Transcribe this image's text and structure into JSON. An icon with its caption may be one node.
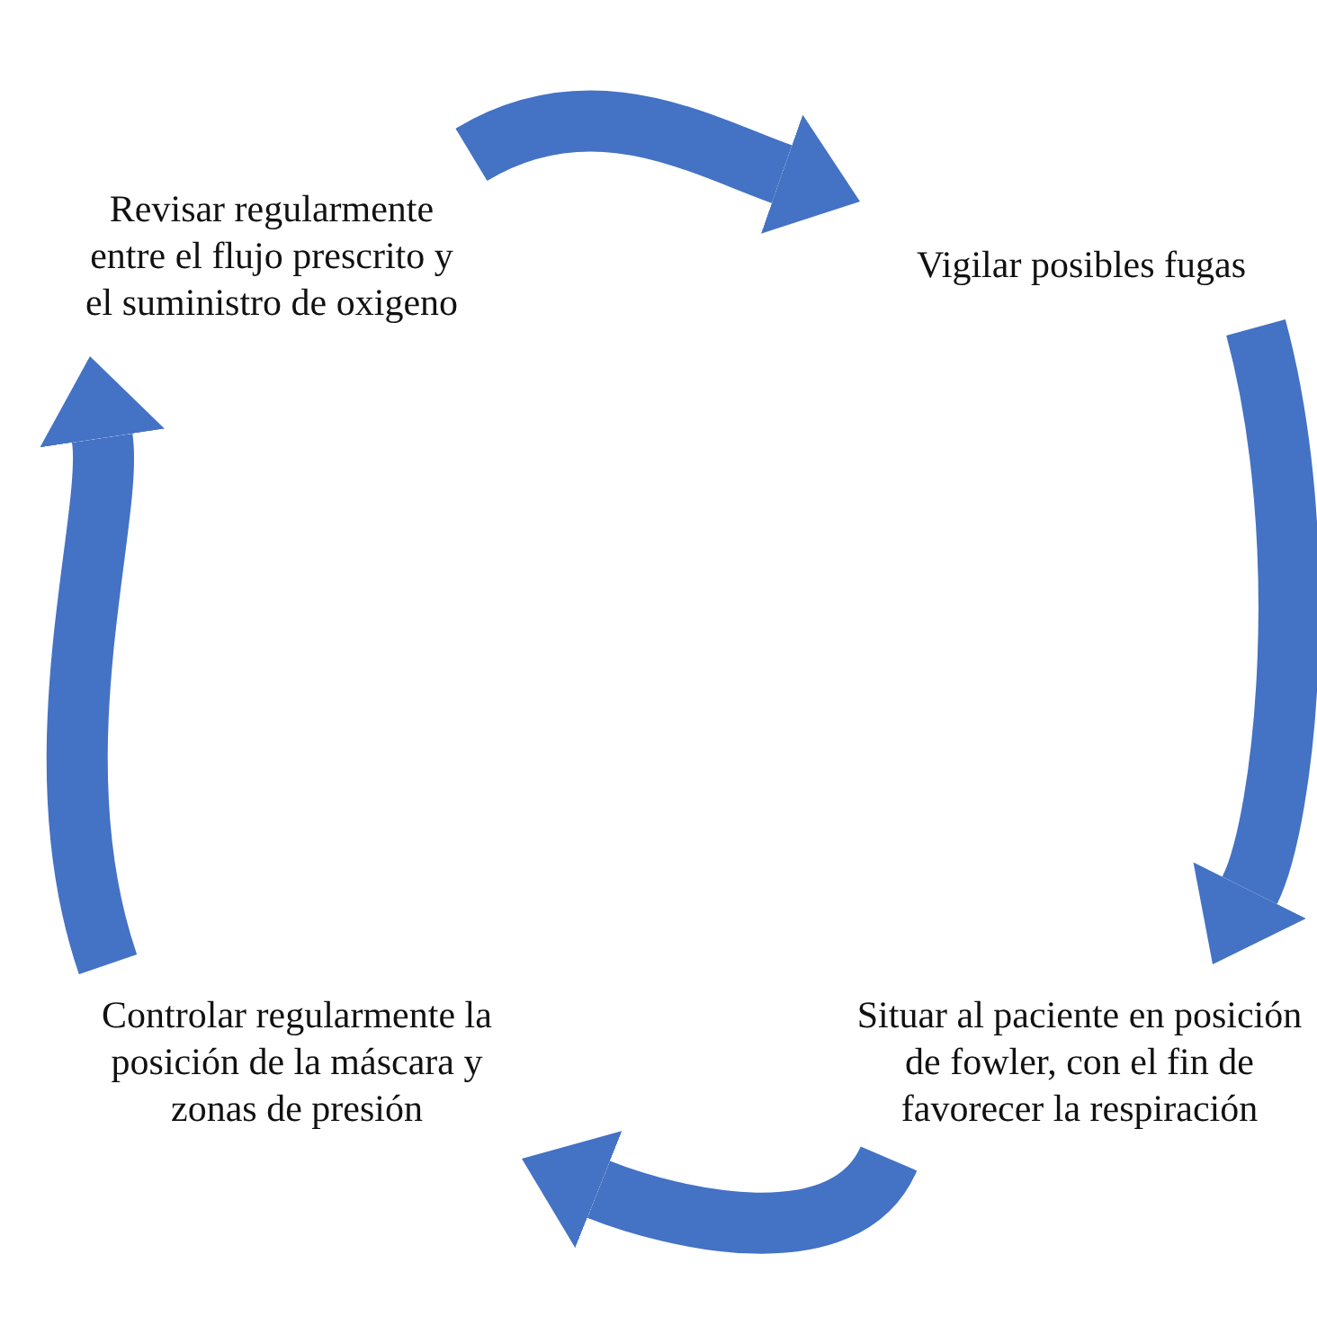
{
  "diagram": {
    "nodes": [
      {
        "text": [
          "Revisar regularmente entre el flujo prescrito y el suministro de oxigeno"
        ]
      },
      {
        "text": [
          "Vigilar posibles fugas"
        ]
      },
      {
        "text": [
          "Situar al paciente en posición de fowler, con el fin de favorecer la respiración"
        ]
      },
      {
        "text": [
          "Controlar regularmente la posición de la máscara y zonas de presión"
        ]
      }
    ],
    "edges": [
      {
        "from": 0,
        "to": 1,
        "arrow": "to"
      },
      {
        "from": 1,
        "to": 2,
        "arrow": "to"
      },
      {
        "from": 2,
        "to": 3,
        "arrow": "to"
      },
      {
        "from": 3,
        "to": 0,
        "arrow": "to"
      }
    ]
  }
}
